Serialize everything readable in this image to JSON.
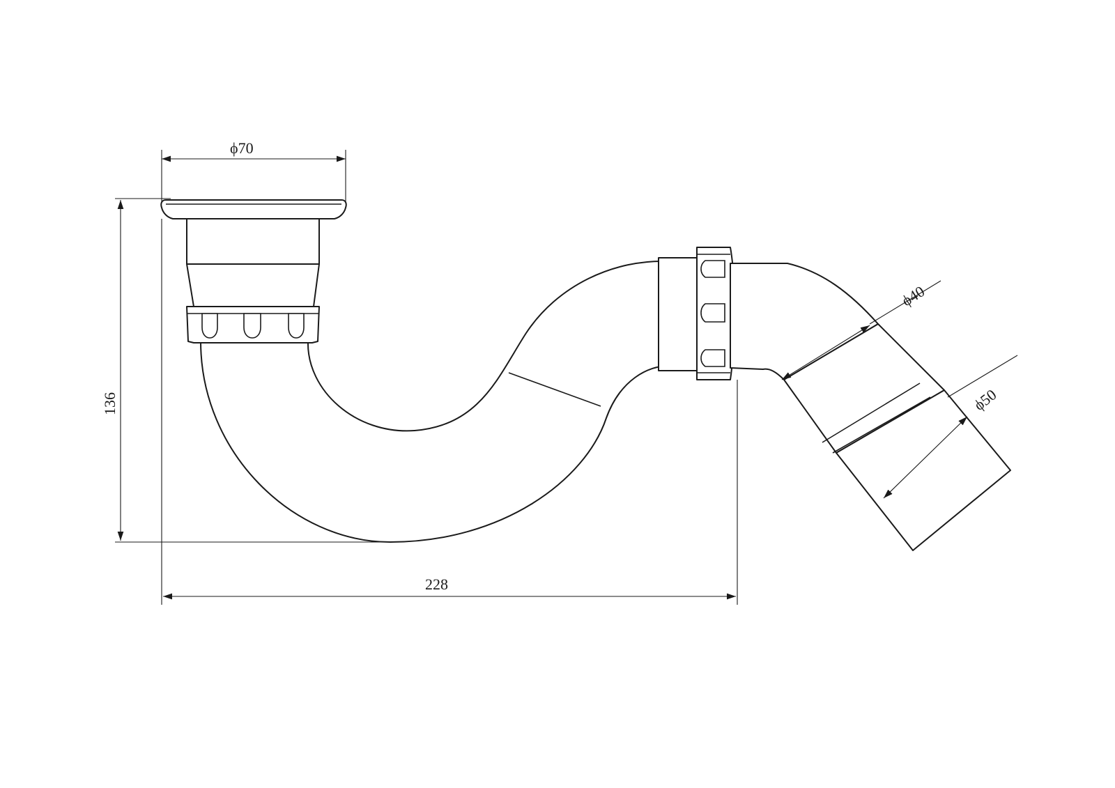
{
  "dimensions": {
    "outlet_top_diameter": "ϕ70",
    "total_height": "136",
    "total_length": "228",
    "inner_pipe_diameter": "ϕ40",
    "outer_pipe_diameter": "ϕ50"
  },
  "colors": {
    "line": "#1a1a1a",
    "background": "#ffffff"
  }
}
